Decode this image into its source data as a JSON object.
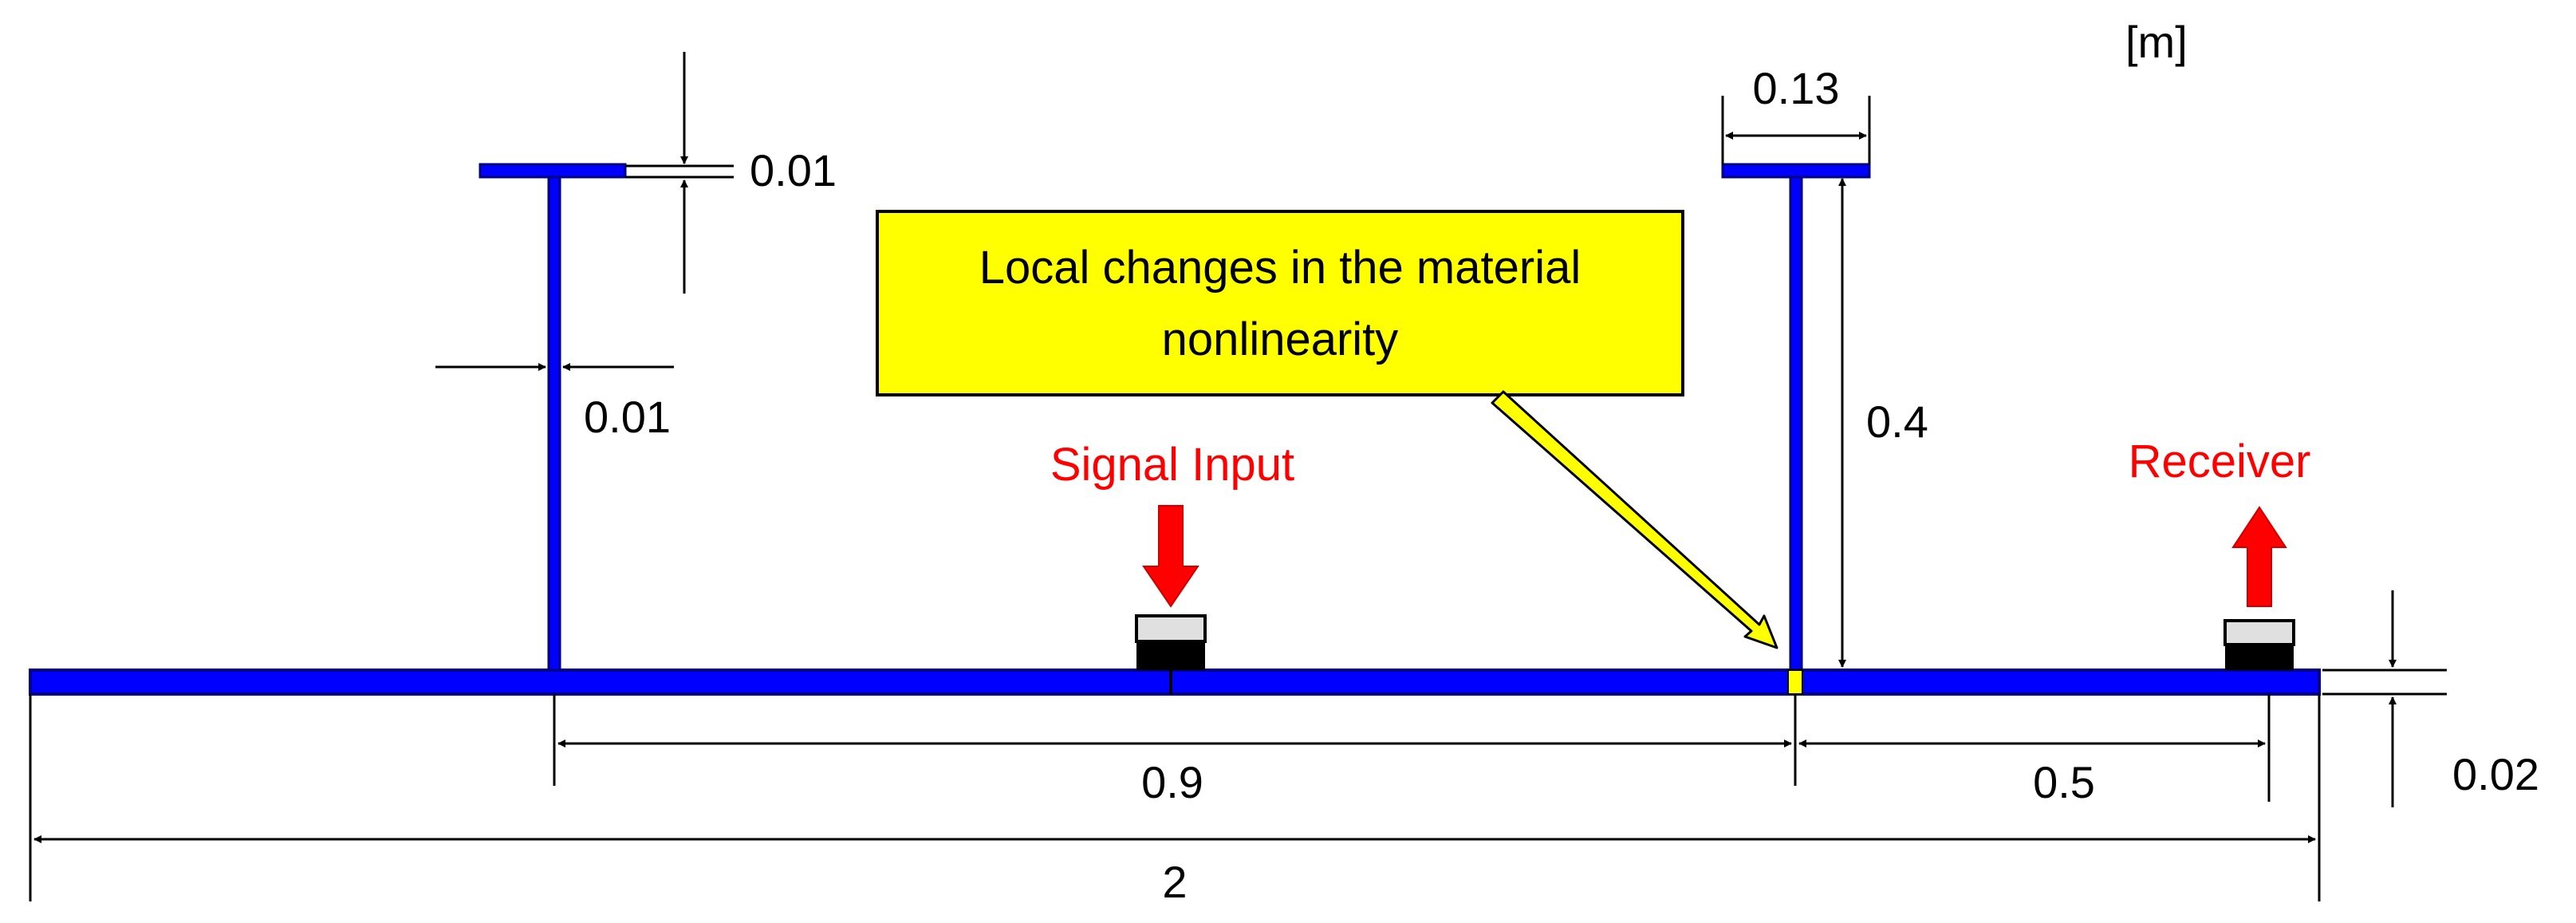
{
  "unit_label": "[m]",
  "dimensions": {
    "top_flange_thickness": "0.01",
    "web_thickness": "0.01",
    "flange_width": "0.13",
    "stiffener_height": "0.4",
    "span_stiffener_to_defect": "0.9",
    "span_defect_to_receiver": "0.5",
    "plate_thickness": "0.02",
    "plate_length": "2"
  },
  "labels": {
    "signal_input": "Signal Input",
    "receiver": "Receiver",
    "callout_line1": "Local changes in the material",
    "callout_line2": "nonlinearity"
  },
  "colors": {
    "structure": "#0000ff",
    "structure_outline": "#000080",
    "defect": "#ffff00",
    "callout_fill": "#ffff00",
    "sensor_label": "#ff0000",
    "arrow": "#ff0000",
    "dimension_line": "#000000"
  }
}
